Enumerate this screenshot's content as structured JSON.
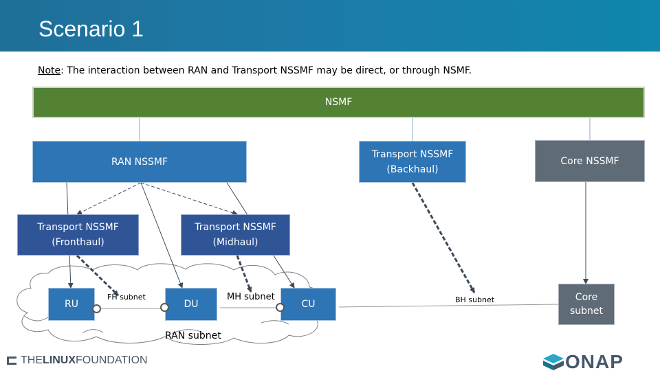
{
  "header": {
    "title": "Scenario 1"
  },
  "note": {
    "label": "Note",
    "text": ": The interaction between RAN and Transport NSSMF may be direct, or through NSMF."
  },
  "boxes": {
    "nssmf": "NSMF",
    "ran_nssmf": "RAN NSSMF",
    "transport_backhaul_line1": "Transport NSSMF",
    "transport_backhaul_line2": "(Backhaul)",
    "core_nssmf": "Core NSSMF",
    "transport_fronthaul_line1": "Transport NSSMF",
    "transport_fronthaul_line2": "(Fronthaul)",
    "transport_midhaul_line1": "Transport NSSMF",
    "transport_midhaul_line2": "(Midhaul)",
    "ru": "RU",
    "du": "DU",
    "cu": "CU",
    "core_subnet_line1": "Core",
    "core_subnet_line2": "subnet"
  },
  "labels": {
    "fh_subnet": "FH subnet",
    "mh_subnet": "MH subnet",
    "bh_subnet": "BH subnet",
    "ran_subnet": "RAN subnet"
  },
  "footer": {
    "linux_prefix": "THE",
    "linux_bold": "LINUX",
    "linux_suffix": " FOUNDATION",
    "onap": "ONAP"
  },
  "colors": {
    "header": "#1d7aa6",
    "nssmf": "#548235",
    "ran_blue": "#2e75b6",
    "transport_dark_blue": "#2f5597",
    "core_gray": "#5f6b77"
  }
}
